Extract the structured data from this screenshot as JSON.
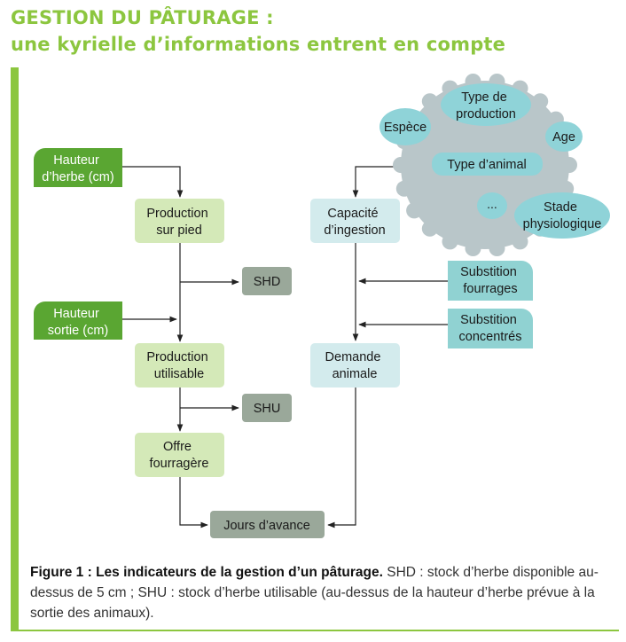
{
  "header": {
    "title_line1": "GESTION DU PÂTURAGE :",
    "title_line2": "une kyrielle d’informations entrent en compte"
  },
  "colors": {
    "accent_green": "#8cc63f",
    "dark_green_tab": "#5aa632",
    "light_green_box": "#d4e9b8",
    "light_blue_box": "#d3ebed",
    "teal_tab": "#90d2d2",
    "grey_indicator": "#9aa89a",
    "gear_grey": "#b9c6c9",
    "bubble_teal": "#8fd3d8",
    "arrow": "#222222"
  },
  "diagram": {
    "inputs": {
      "hauteur_herbe": [
        "Hauteur",
        "d’herbe (cm)"
      ],
      "hauteur_sortie": [
        "Hauteur",
        "sortie (cm)"
      ],
      "subst_fourrages": [
        "Substition",
        "fourrages"
      ],
      "subst_concentres": [
        "Substition",
        "concentrés"
      ]
    },
    "nodes": {
      "production_sur_pied": [
        "Production",
        "sur pied"
      ],
      "production_utilisable": [
        "Production",
        "utilisable"
      ],
      "offre_fourragere": [
        "Offre",
        "fourragère"
      ],
      "capacite_ingestion": [
        "Capacité",
        "d’ingestion"
      ],
      "demande_animale": [
        "Demande",
        "animale"
      ],
      "jours_avance": "Jours d’avance"
    },
    "indicators": {
      "shd": "SHD",
      "shu": "SHU"
    },
    "animal_factors": {
      "type_production": [
        "Type de",
        "production"
      ],
      "espece": "Espèce",
      "age": "Age",
      "type_animal": "Type d’animal",
      "ellipsis": "...",
      "stade": [
        "Stade",
        "physiologique"
      ]
    }
  },
  "caption": {
    "bold": "Figure 1 : Les indicateurs de la gestion d’un pâturage.",
    "text": " SHD : stock d’herbe disponible au-dessus de 5 cm ; SHU : stock d’herbe utilisable (au-dessus de la hauteur d’herbe prévue à la sortie des animaux)."
  }
}
